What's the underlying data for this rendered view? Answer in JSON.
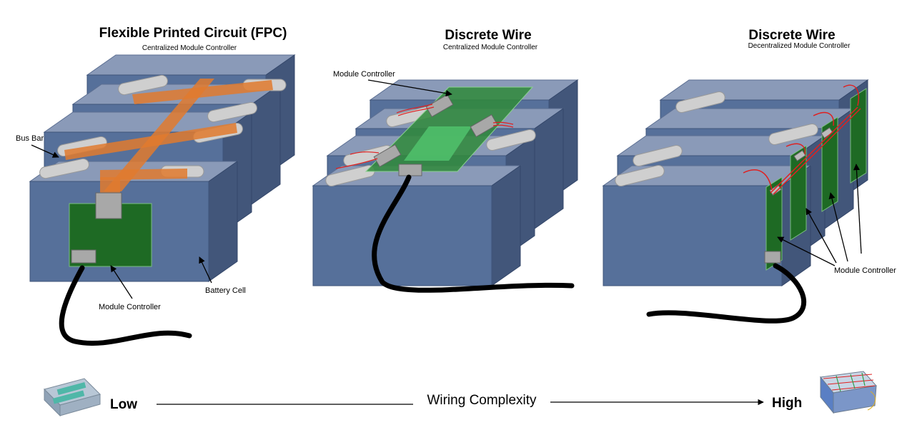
{
  "panels": [
    {
      "title": "Flexible Printed Circuit (FPC)",
      "subtitle": "Centralized Module Controller"
    },
    {
      "title": "Discrete Wire",
      "subtitle": "Centralized Module Controller"
    },
    {
      "title": "Discrete Wire",
      "subtitle": "Decentralized Module Controller"
    }
  ],
  "labels": {
    "bus_bar": "Bus Bar",
    "battery_cell": "Battery Cell",
    "module_controller": "Module Controller"
  },
  "scale": {
    "low": "Low",
    "middle": "Wiring Complexity",
    "high": "High"
  },
  "colors": {
    "cell_front": "#56709a",
    "cell_top": "#8596b4",
    "cell_side": "#44587c",
    "fpc": "#e07a2e",
    "pcb": "#1f6b25",
    "bus_bar": "#c9c9c9",
    "wire_red": "#e02020"
  }
}
